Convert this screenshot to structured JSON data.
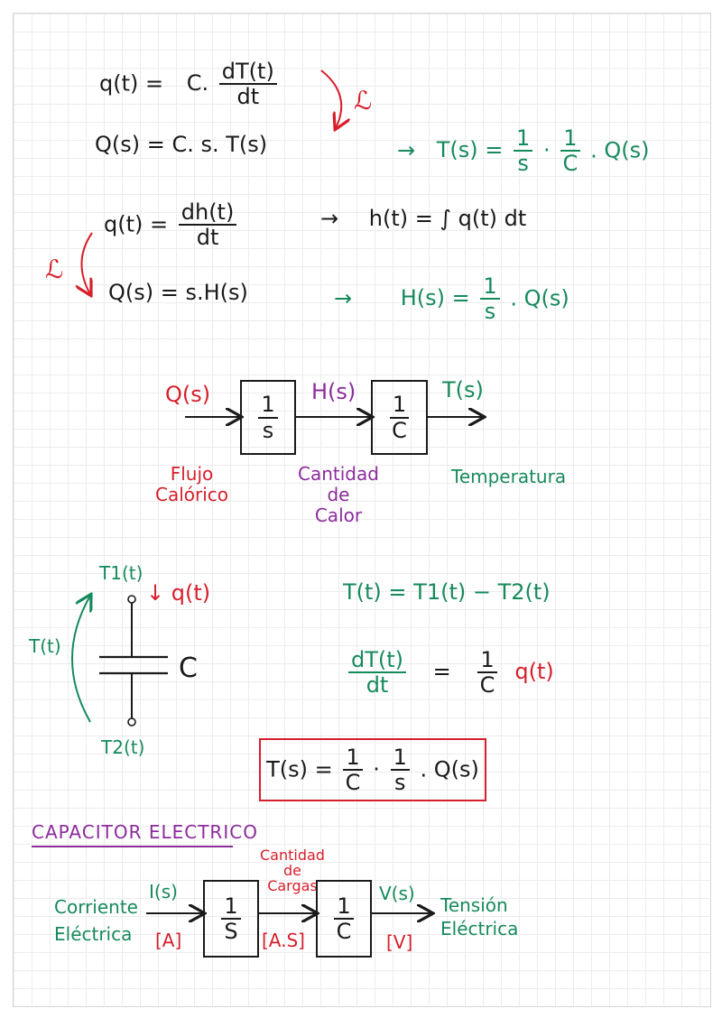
{
  "colors": {
    "black": "#1a1a1a",
    "green": "#178a5c",
    "red": "#d61f2b",
    "purple": "#8b2c9c",
    "grid": "#ececec"
  },
  "eq1": {
    "lhs": "q(t) =",
    "mid": "C.",
    "num": "dT(t)",
    "den": "dt"
  },
  "laplace_symbol": "ℒ",
  "eq2": {
    "text": "Q(s) = C. s. T(s)"
  },
  "eq2_result": {
    "arrow": "→",
    "lhs": "T(s) =",
    "f1n": "1",
    "f1d": "s",
    "dot": "·",
    "f2n": "1",
    "f2d": "C",
    "tail": ". Q(s)"
  },
  "eq3": {
    "lhs": "q(t) =",
    "num": "dh(t)",
    "den": "dt"
  },
  "eq3_result": {
    "arrow": "→",
    "text": "h(t) = ∫ q(t) dt"
  },
  "eq4": {
    "text": "Q(s) = s.H(s)"
  },
  "eq4_result": {
    "arrow": "→",
    "lhs": "H(s) =",
    "num": "1",
    "den": "s",
    "tail": ". Q(s)"
  },
  "diagram1": {
    "input": "Q(s)",
    "middle": "H(s)",
    "output": "T(s)",
    "block1": {
      "num": "1",
      "den": "s"
    },
    "block2": {
      "num": "1",
      "den": "C"
    },
    "input_desc": [
      "Flujo",
      "Calórico"
    ],
    "middle_desc": [
      "Cantidad",
      "de",
      "Calor"
    ],
    "output_desc": "Temperatura"
  },
  "capacitor": {
    "t1": "T1(t)",
    "t2": "T2(t)",
    "tt": "T(t)",
    "flow": "↓ q(t)",
    "c": "C"
  },
  "rel1": "T(t) = T1(t) − T2(t)",
  "rel2": {
    "num": "dT(t)",
    "den": "dt",
    "eq": "=",
    "fn": "1",
    "fd": "C",
    "q": "q(t)"
  },
  "boxed": {
    "lhs": "T(s) =",
    "f1n": "1",
    "f1d": "C",
    "dot": "·",
    "f2n": "1",
    "f2d": "s",
    "tail": ". Q(s)"
  },
  "section_title": "CAPACITOR ELECTRICO",
  "diagram2": {
    "input_desc": [
      "Corriente",
      "Eléctrica"
    ],
    "input": "I(s)",
    "input_unit": "[A]",
    "block1": {
      "num": "1",
      "den": "S"
    },
    "middle_desc": [
      "Cantidad",
      "de",
      "Cargas"
    ],
    "middle_unit": "[A.S]",
    "block2": {
      "num": "1",
      "den": "C"
    },
    "output": "V(s)",
    "output_unit": "[V]",
    "output_desc": [
      "Tensión",
      "Eléctrica"
    ]
  }
}
